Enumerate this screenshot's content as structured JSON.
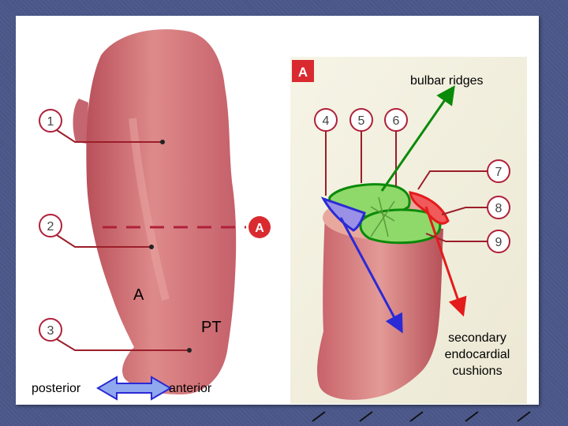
{
  "labels": {
    "bulbar_ridges": "bulbar ridges",
    "secondary_cushions": [
      "secondary",
      "endocardial",
      "cushions"
    ],
    "posterior": "posterior",
    "anterior": "anterior",
    "a_label": "A",
    "pt_label": "PT",
    "section_badge": "A",
    "plane_badge": "A"
  },
  "callouts_left": [
    "1",
    "2",
    "3"
  ],
  "callouts_right_top": [
    "4",
    "5",
    "6"
  ],
  "callouts_right_side": [
    "7",
    "8",
    "9"
  ],
  "colors": {
    "heart_tissue": "#d77c7c",
    "callout_line": "#9b1e2a",
    "badge_red": "#d92a30",
    "ridge_green": "#8fd86a",
    "ridge_outline": "#0a8a0a",
    "cushion_blue": "#2a2ad6",
    "cushion_red": "#e41b1b",
    "slide_background": "#4a5688"
  }
}
